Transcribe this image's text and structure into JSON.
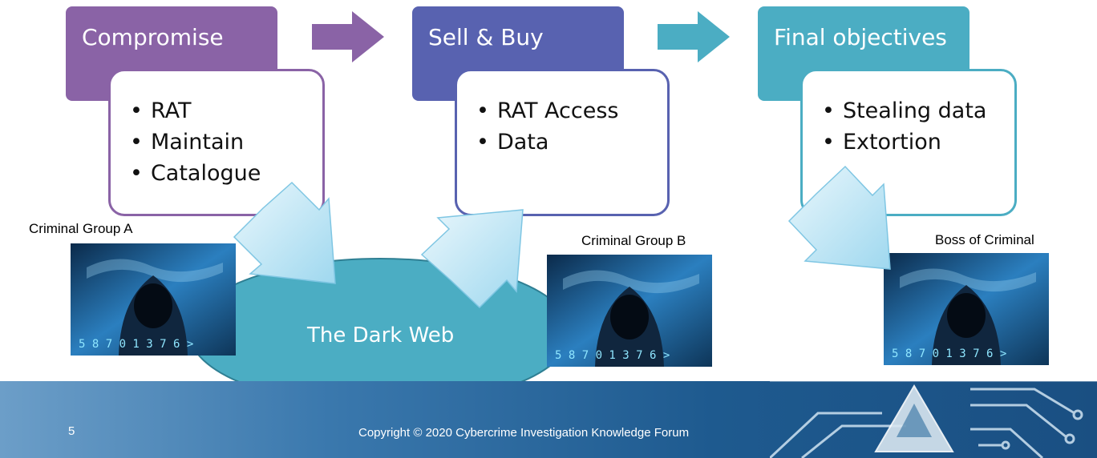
{
  "stages": [
    {
      "title": "Compromise",
      "items": [
        "RAT",
        "Maintain",
        "Catalogue"
      ],
      "color": "#8a63a6",
      "border": "#8a63a6"
    },
    {
      "title": "Sell & Buy",
      "items": [
        "RAT Access",
        "Data"
      ],
      "color": "#5862b0",
      "border": "#5862b0"
    },
    {
      "title": "Final objectives",
      "items": [
        "Stealing data",
        "Extortion"
      ],
      "color": "#4badc3",
      "border": "#4badc3"
    }
  ],
  "actors": {
    "group_a": "Criminal Group A",
    "group_b": "Criminal Group B",
    "boss": "Boss of Criminal"
  },
  "dark_web": {
    "label": "The Dark Web",
    "color": "#4badc3"
  },
  "footer": {
    "page_number": "5",
    "copyright": "Copyright © 2020 Cybercrime Investigation Knowledge Forum"
  }
}
